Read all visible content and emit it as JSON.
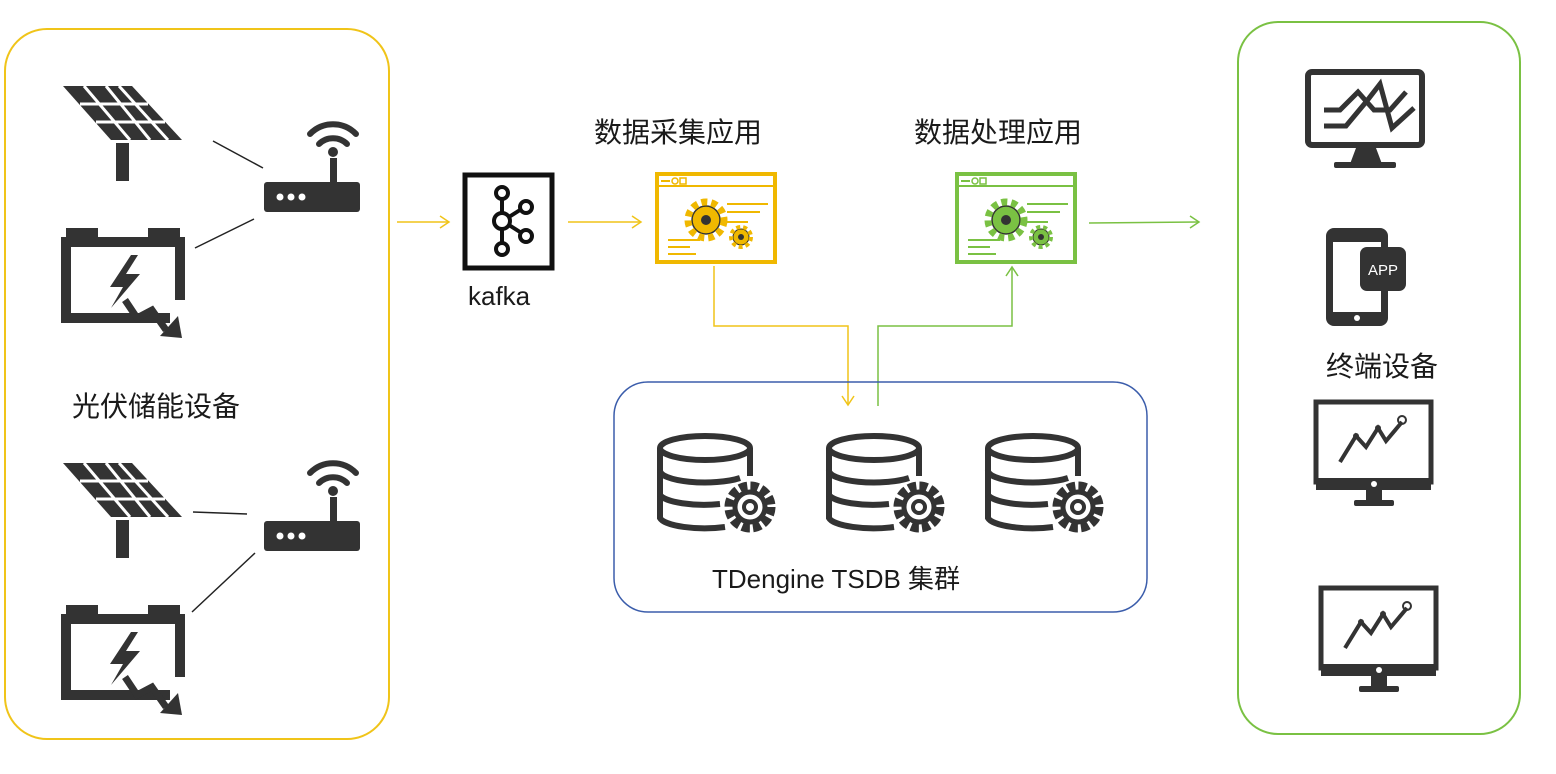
{
  "labels": {
    "devices": "光伏储能设备",
    "kafka": "kafka",
    "collect_app": "数据采集应用",
    "process_app": "数据处理应用",
    "cluster": "TDengine TSDB 集群",
    "terminals": "终端设备",
    "app_badge": "APP"
  },
  "colors": {
    "collect": "#f0b800",
    "process": "#7ac143",
    "cluster_border": "#3b5dab",
    "icon": "#333333"
  },
  "icons": [
    "solar-panel-icon",
    "battery-icon",
    "router-icon",
    "kafka-icon",
    "app-window-icon",
    "database-gear-icon",
    "monitor-chart-icon",
    "phone-app-icon"
  ]
}
